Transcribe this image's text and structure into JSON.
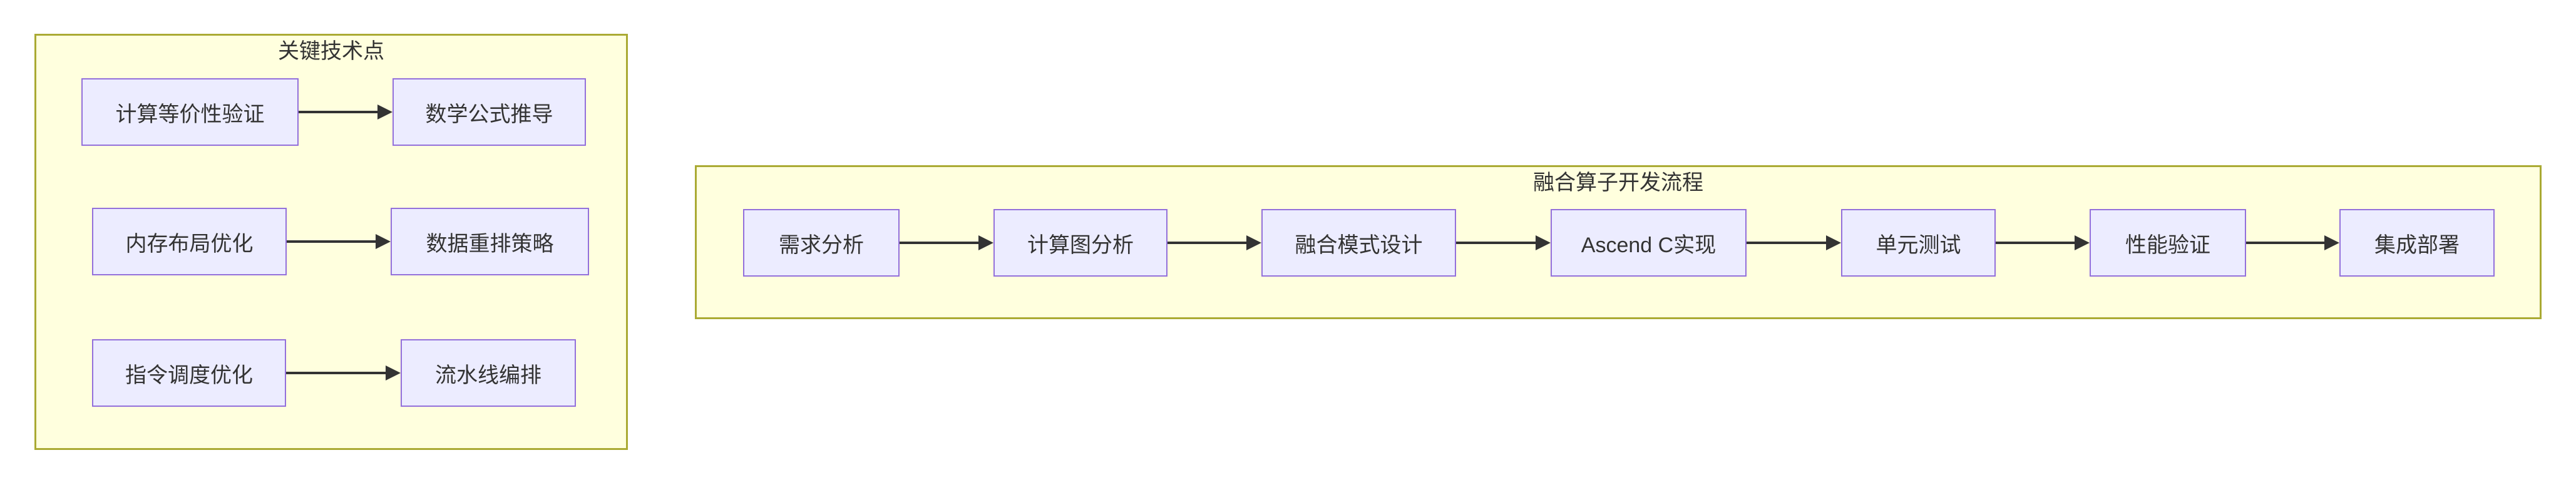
{
  "colors": {
    "page_bg": "#ffffff",
    "cluster_fill": "#ffffde",
    "cluster_border": "#aaaa33",
    "node_fill": "#ECECFF",
    "node_border": "#9370DB",
    "edge": "#333333",
    "text": "#333333"
  },
  "clusters": [
    {
      "title": "关键技术点",
      "rows": [
        {
          "from": "计算等价性验证",
          "to": "数学公式推导"
        },
        {
          "from": "内存布局优化",
          "to": "数据重排策略"
        },
        {
          "from": "指令调度优化",
          "to": "流水线编排"
        }
      ]
    },
    {
      "title": "融合算子开发流程",
      "steps": [
        "需求分析",
        "计算图分析",
        "融合模式设计",
        "Ascend C实现",
        "单元测试",
        "性能验证",
        "集成部署"
      ]
    }
  ]
}
